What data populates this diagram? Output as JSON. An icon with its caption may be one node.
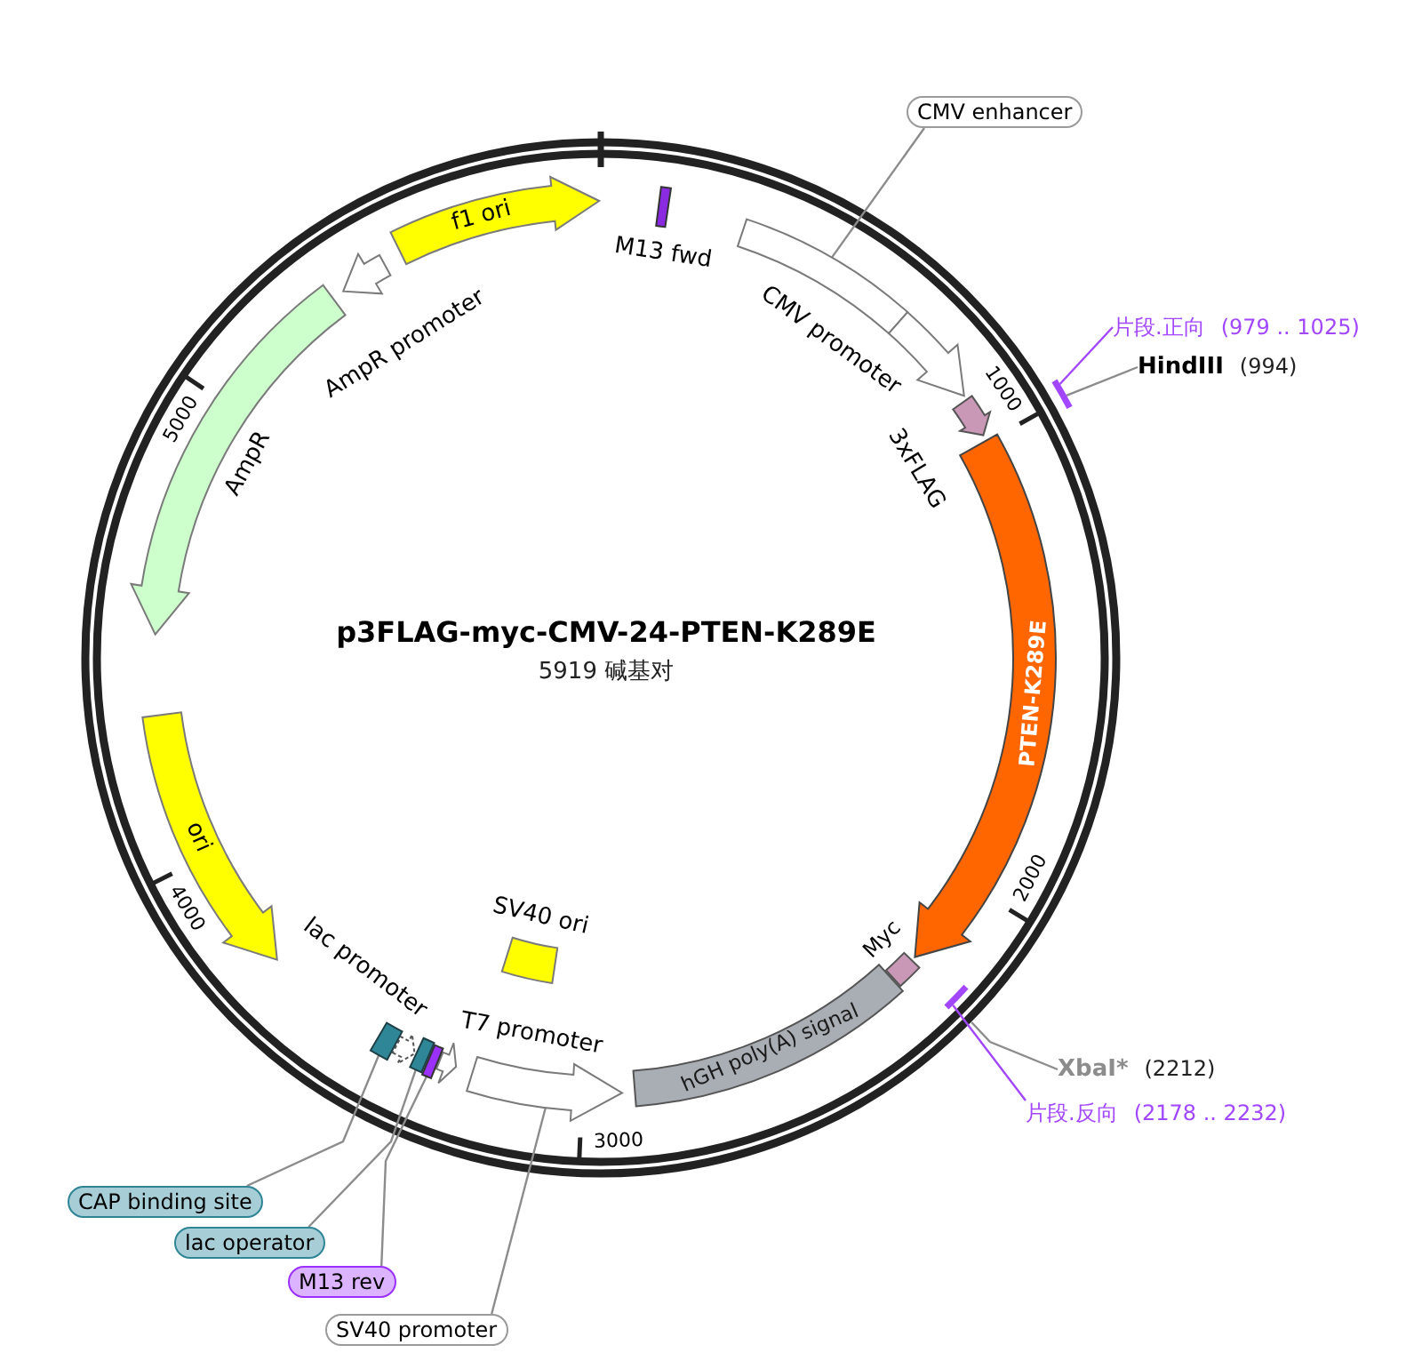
{
  "diagram": {
    "title": "p3FLAG-myc-CMV-24-PTEN-K289E",
    "nodes": [
      {
        "text": [
          "M13 fwd"
        ]
      },
      {
        "text": [],
        "shape": "bar"
      },
      {
        "text": [
          "CMV promoter"
        ]
      },
      {
        "text": [
          "3xFLAG"
        ]
      },
      {
        "text": [
          "PTEN-K289E"
        ]
      },
      {
        "text": [
          "Myc"
        ]
      },
      {
        "text": [
          "hGH poly(A) signal"
        ]
      },
      {
        "text": [],
        "shape": "arrow"
      },
      {
        "text": [
          "T7 promoter"
        ]
      },
      {
        "text": [],
        "shape": "bar"
      },
      {
        "text": [],
        "shape": "bar"
      },
      {
        "text": [
          "lac promoter"
        ]
      },
      {
        "text": [],
        "shape": "bar"
      },
      {
        "text": [
          "SV40 ori"
        ]
      },
      {
        "text": [
          "ori"
        ]
      },
      {
        "text": [
          "AmpR"
        ]
      },
      {
        "text": [
          "AmpR promoter"
        ]
      },
      {
        "text": [
          "f1 ori"
        ]
      },
      {
        "text": [
          "CMV enhancer"
        ]
      },
      {
        "text": [
          "片段.正向",
          "(979 .. 1025)"
        ]
      },
      {
        "text": [],
        "shape": "bar"
      },
      {
        "text": [
          "HindIII",
          "(994)"
        ]
      },
      {
        "text": [],
        "shape": "bar"
      },
      {
        "text": [
          "XbaI*",
          "(2212)"
        ]
      },
      {
        "text": [
          "片段.反向",
          "(2178 .. 2232)"
        ]
      },
      {
        "text": [
          "CAP binding site"
        ]
      },
      {
        "text": [
          "lac operator"
        ]
      },
      {
        "text": [
          "M13 rev"
        ]
      },
      {
        "text": [
          "SV40 promoter"
        ]
      }
    ],
    "edges": [
      {
        "from": 18,
        "to": 1,
        "arrow": "none"
      },
      {
        "from": 19,
        "to": 20,
        "arrow": "none",
        "color": "#a347ff"
      },
      {
        "from": 21,
        "to": 20,
        "arrow": "none"
      },
      {
        "from": 24,
        "to": 22,
        "arrow": "none",
        "color": "#a347ff"
      },
      {
        "from": 23,
        "to": null,
        "arrow": "none"
      },
      {
        "from": 25,
        "to": 12,
        "arrow": "none"
      },
      {
        "from": 26,
        "to": 10,
        "arrow": "none"
      },
      {
        "from": 27,
        "to": 9,
        "arrow": "none"
      },
      {
        "from": 28,
        "to": 7,
        "arrow": "none"
      }
    ],
    "labels": [
      "5919 碱基对",
      "1000",
      "2000",
      "3000",
      "4000",
      "5000"
    ]
  }
}
